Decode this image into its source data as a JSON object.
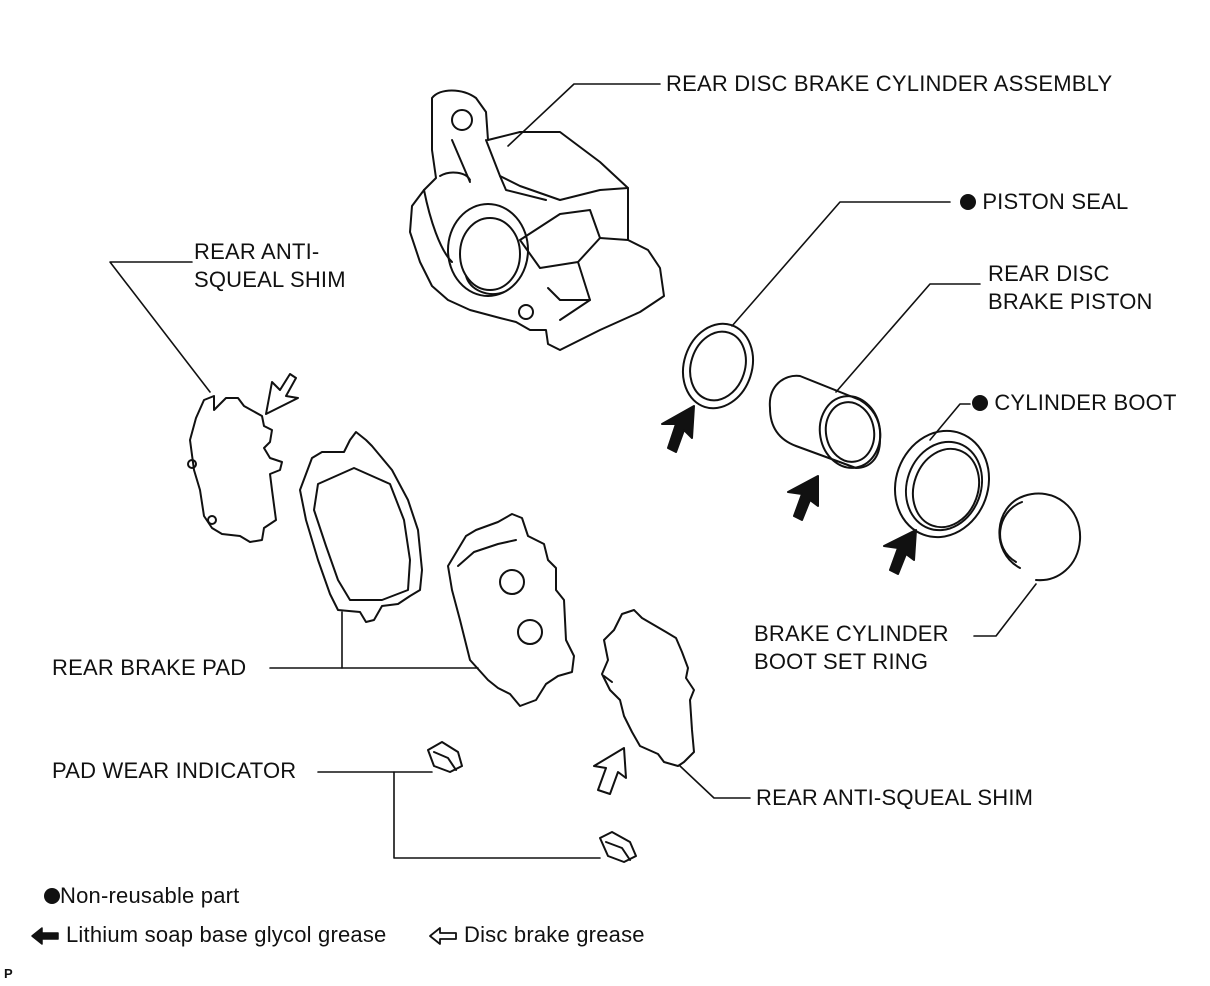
{
  "labels": {
    "cylinder_assembly": "REAR DISC BRAKE CYLINDER ASSEMBLY",
    "piston_seal": "PISTON SEAL",
    "piston_line1": "REAR DISC",
    "piston_line2": "BRAKE PISTON",
    "cylinder_boot": "CYLINDER BOOT",
    "set_ring_line1": "BRAKE CYLINDER",
    "set_ring_line2": "BOOT SET RING",
    "shim_upper_line1": "REAR ANTI-",
    "shim_upper_line2": "SQUEAL SHIM",
    "brake_pad": "REAR BRAKE PAD",
    "wear_indicator": "PAD WEAR INDICATOR",
    "shim_lower": "REAR ANTI-SQUEAL SHIM"
  },
  "legend": {
    "non_reusable": "Non-reusable part",
    "lithium_grease": "Lithium soap base glycol grease",
    "disc_grease": "Disc brake grease"
  },
  "footer_mark": "P",
  "colors": {
    "ink": "#111111",
    "paper": "#ffffff"
  }
}
